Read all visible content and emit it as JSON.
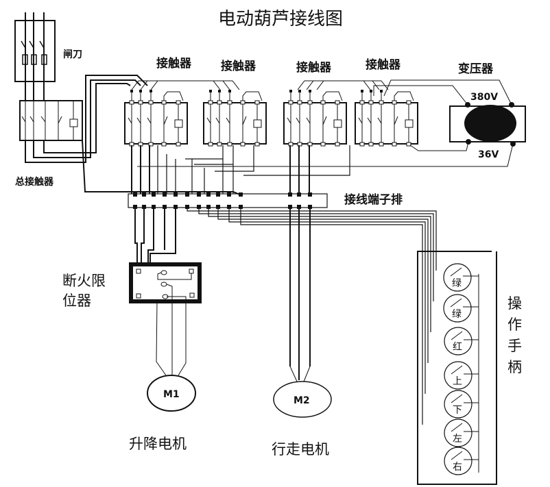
{
  "title": "电动葫芦接线图",
  "components": {
    "knife_switch": {
      "label": "闸刀"
    },
    "main_contactor": {
      "label": "总接触器"
    },
    "contactors": [
      {
        "label": "接触器"
      },
      {
        "label": "接触器"
      },
      {
        "label": "接触器"
      },
      {
        "label": "接触器"
      }
    ],
    "transformer": {
      "label": "变压器",
      "primary_voltage": "380V",
      "secondary_voltage": "36V"
    },
    "terminal_block": {
      "label": "接线端子排"
    },
    "limit_switch": {
      "label_line1": "断火限",
      "label_line2": "位器"
    },
    "motors": [
      {
        "id": "M1",
        "label": "升降电机"
      },
      {
        "id": "M2",
        "label": "行走电机"
      }
    ],
    "pendant": {
      "label_chars": [
        "操",
        "作",
        "手",
        "柄"
      ],
      "buttons": [
        "绿",
        "绿",
        "红",
        "上",
        "下",
        "左",
        "右"
      ]
    }
  }
}
